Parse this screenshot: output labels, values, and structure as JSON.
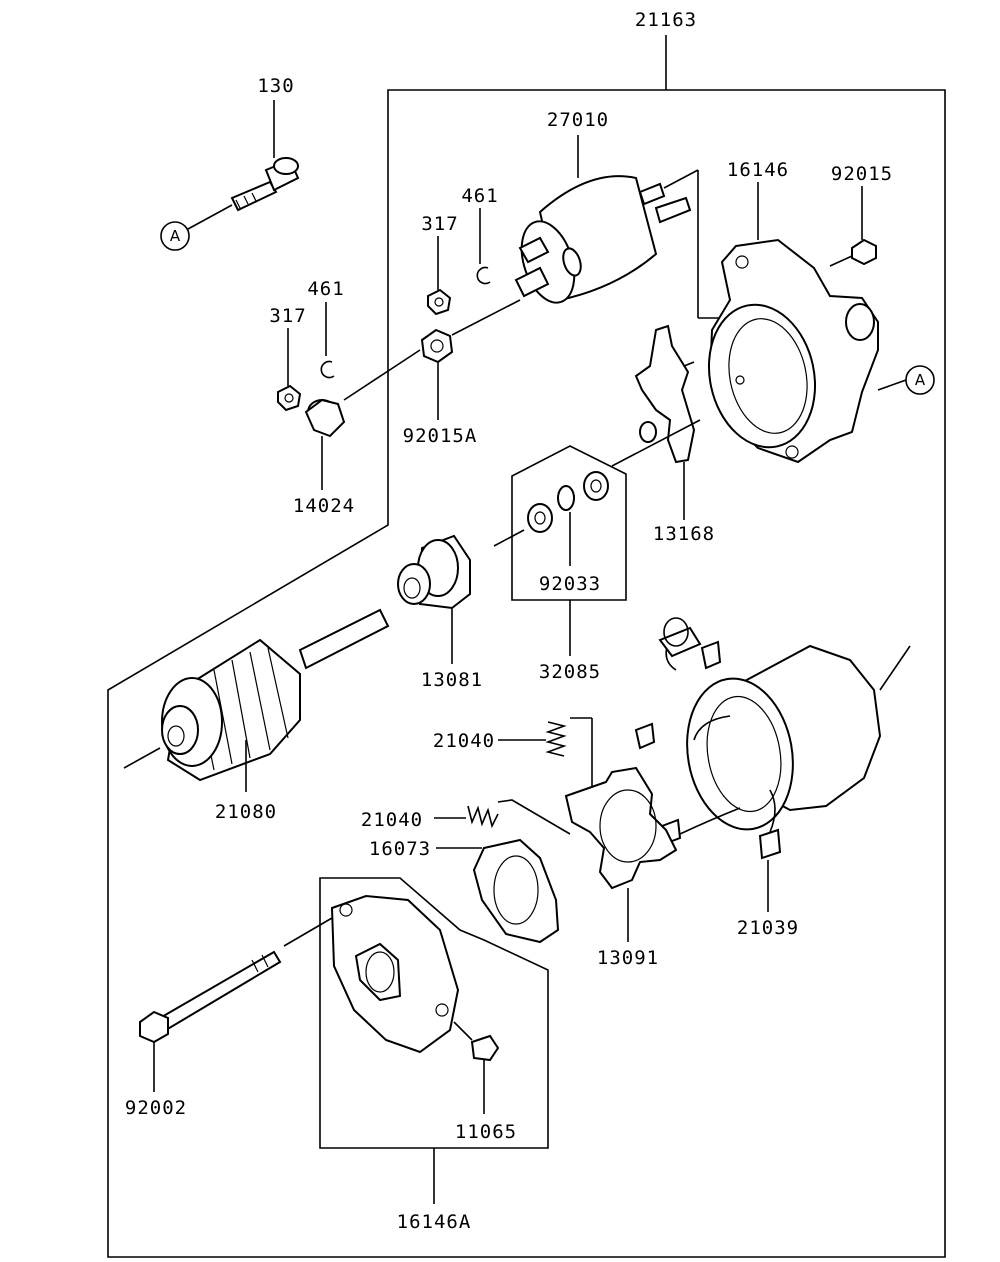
{
  "diagram": {
    "labels": {
      "p21163": "21163",
      "p130": "130",
      "p27010": "27010",
      "p16146": "16146",
      "p92015": "92015",
      "p461a": "461",
      "p317a": "317",
      "p461b": "461",
      "p317b": "317",
      "p92015A": "92015A",
      "p14024": "14024",
      "p13168": "13168",
      "p92033": "92033",
      "p32085": "32085",
      "p13081": "13081",
      "p21080": "21080",
      "p21040a": "21040",
      "p21040b": "21040",
      "p16073": "16073",
      "p13091": "13091",
      "p21039": "21039",
      "p92002": "92002",
      "p11065": "11065",
      "p16146A": "16146A"
    },
    "callouts": {
      "a_left": "A",
      "a_right": "A"
    }
  }
}
